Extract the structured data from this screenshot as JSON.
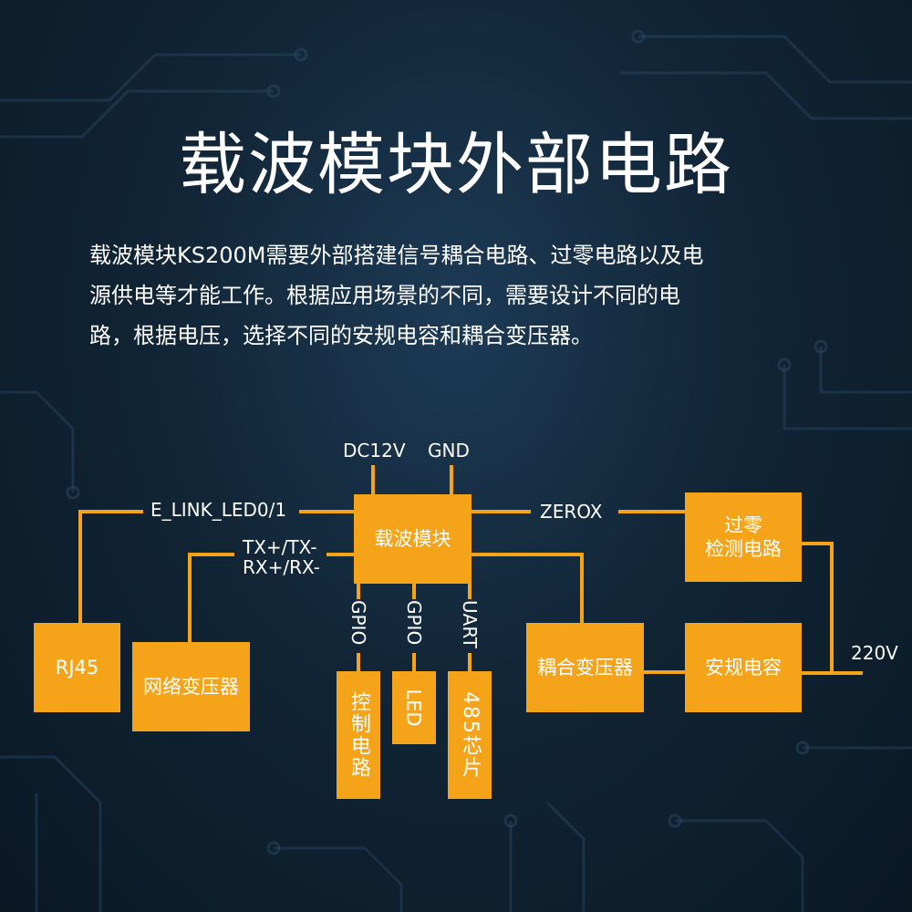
{
  "title": "载波模块外部电路",
  "description": {
    "line1": "载波模块KS200M需要外部搭建信号耦合电路、过零电路以及电",
    "line2": "源供电等才能工作。根据应用场景的不同，需要设计不同的电",
    "line3": "路，根据电压，选择不同的安规电容和耦合变压器。"
  },
  "colors": {
    "accent": "#f5a41a",
    "background": "#112536",
    "text": "#ffffff"
  },
  "blocks": {
    "carrier_module": "载波模块",
    "zero_cross_line1": "过零",
    "zero_cross_line2": "检测电路",
    "rj45": "RJ45",
    "network_transformer": "网络变压器",
    "coupling_transformer": "耦合变压器",
    "safety_capacitor": "安规电容",
    "control_circuit": "控制电路",
    "led": "LED",
    "chip_485": "485芯片"
  },
  "labels": {
    "dc12v": "DC12V",
    "gnd": "GND",
    "e_link_led": "E_LINK_LED0/1",
    "tx": "TX+/TX-",
    "rx": "RX+/RX-",
    "zerox": "ZEROX",
    "gpio1": "GPIO",
    "gpio2": "GPIO",
    "uart": "UART",
    "v220": "220V"
  }
}
